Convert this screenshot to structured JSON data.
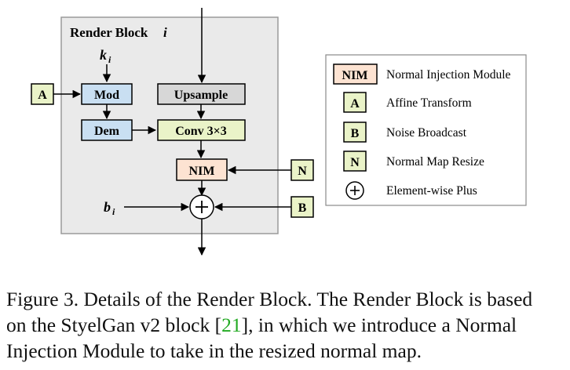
{
  "diagram": {
    "render_block_title": "Render Block",
    "render_block_index": "i",
    "k_label": "k",
    "k_sub": "i",
    "b_label": "b",
    "b_sub": "i",
    "mod": "Mod",
    "dem": "Dem",
    "upsample": "Upsample",
    "conv": "Conv 3×3",
    "nim": "NIM",
    "a_box": "A",
    "n_box": "N",
    "b_box": "B",
    "plus_symbol": "+"
  },
  "legend": {
    "items": [
      {
        "symbol": "NIM",
        "label": "Normal Injection Module"
      },
      {
        "symbol": "A",
        "label": "Affine Transform"
      },
      {
        "symbol": "B",
        "label": "Noise Broadcast"
      },
      {
        "symbol": "N",
        "label": "Normal Map Resize"
      },
      {
        "symbol": "+",
        "label": "Element-wise Plus"
      }
    ]
  },
  "caption": {
    "line1": "Figure 3. Details of the Render Block. The Render Block is based",
    "line2_pre": "on the StyelGan v2 block [",
    "line2_cite": "21",
    "line2_post": "], in which we introduce a Normal",
    "line3": "Injection Module to take in the resized normal map."
  },
  "colors": {
    "block_bg": "#eaeaea",
    "block_border": "#9a9a9a",
    "blue_box": "#c9dff2",
    "gray_box": "#d7d7d7",
    "green_box": "#eaf3c8",
    "nim_box": "#fde3d2",
    "cite": "#22aa22"
  }
}
